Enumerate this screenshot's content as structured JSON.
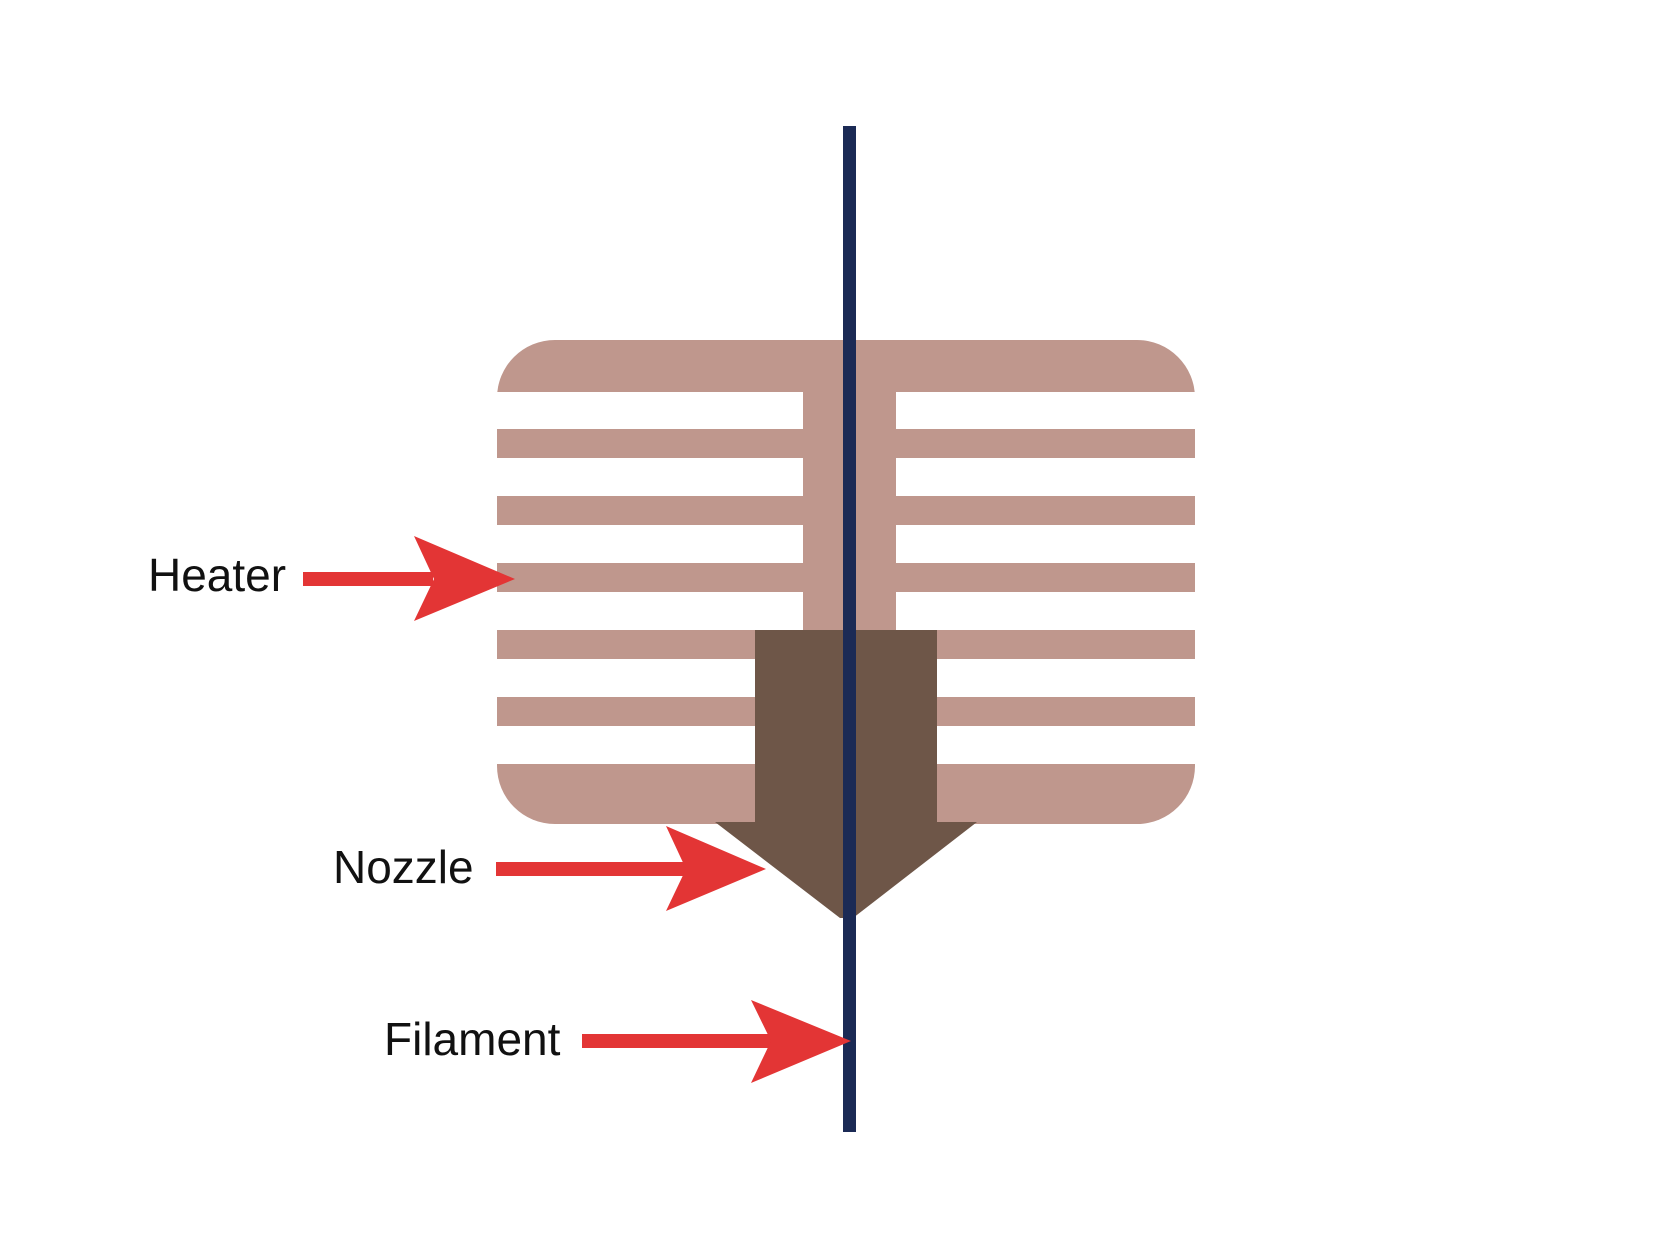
{
  "colors": {
    "background": "#ffffff",
    "heater_block": "#bf978d",
    "nozzle": "#6e5648",
    "filament": "#1b2a55",
    "arrow": "#e33535",
    "label_text": "#111111"
  },
  "labels": {
    "heater": "Heater",
    "nozzle": "Nozzle",
    "filament": "Filament"
  }
}
